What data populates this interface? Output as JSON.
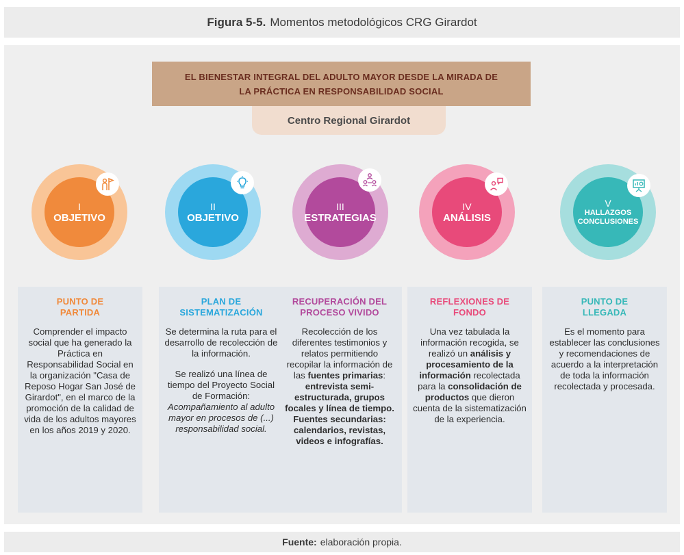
{
  "caption": {
    "label": "Figura 5-5.",
    "text": "Momentos metodológicos CRG Girardot"
  },
  "banner": {
    "line1": "EL BIENESTAR INTEGRAL DEL ADULTO MAYOR DESDE LA MIRADA DE",
    "line2": "LA PRÁCTICA EN RESPONSABILIDAD SOCIAL"
  },
  "subbanner": "Centro Regional Girardot",
  "colors": {
    "orange": "#f08a3c",
    "blue": "#2aa7dc",
    "purple": "#b24a9c",
    "pink": "#e84a7a",
    "teal": "#37b8b8",
    "banner": "#c9a587"
  },
  "stages": [
    {
      "num": "I",
      "label": "OBJETIVO",
      "icon": "flag-person-icon"
    },
    {
      "num": "II",
      "label": "OBJETIVO",
      "icon": "lightbulb-icon"
    },
    {
      "num": "III",
      "label": "ESTRATEGIAS",
      "icon": "team-icon"
    },
    {
      "num": "IV",
      "label": "ANÁLISIS",
      "icon": "person-speech-icon"
    },
    {
      "num": "V",
      "label1": "HALLAZGOS",
      "label2": "CONCLUSIONES",
      "icon": "presentation-chart-icon"
    }
  ],
  "cards": [
    {
      "title1": "PUNTO DE",
      "title2": "PARTIDA",
      "body": "Comprender el impacto social que ha generado la Práctica en Responsabilidad Social en la organización \"Casa de Reposo Hogar San José de Girardot\", en el marco de la promoción de la calidad de vida de los adultos mayores en los años 2019 y 2020."
    },
    {
      "title1": "PLAN DE",
      "title2": "SISTEMATIZACIÓN",
      "body1": "Se determina la ruta para el desarrollo de recolección de la información.",
      "body2": "Se realizó una línea de tiempo del Proyecto Social de Formación:",
      "body2_italic": "Acompañamiento al adulto mayor en procesos de (...) responsabilidad social."
    },
    {
      "title1": "RECUPERACIÓN DEL",
      "title2": "PROCESO VIVIDO",
      "body_a": "Recolección de los diferentes testimonios y relatos permitiendo recopilar la información de las",
      "body_b": "fuentes primarias",
      "body_c": ":",
      "body_d": "entrevista semi-estructurada, grupos focales y línea de tiempo. Fuentes secundarias: calendarios, revistas, videos e infografías."
    },
    {
      "title1": "REFLEXIONES DE",
      "title2": "FONDO",
      "body_a": "Una vez tabulada la información recogida, se realizó un",
      "body_b": "análisis y procesamiento de la información",
      "body_c": "recolectada para la",
      "body_d": "consolidación de productos",
      "body_e": "que dieron cuenta de la sistematización de la experiencia."
    },
    {
      "title1": "PUNTO DE",
      "title2": "LLEGADA",
      "body": "Es el momento para establecer las conclusiones y recomendaciones de acuerdo a la interpretación de toda la información recolectada y procesada."
    }
  ],
  "source": {
    "label": "Fuente:",
    "text": "elaboración propia."
  }
}
